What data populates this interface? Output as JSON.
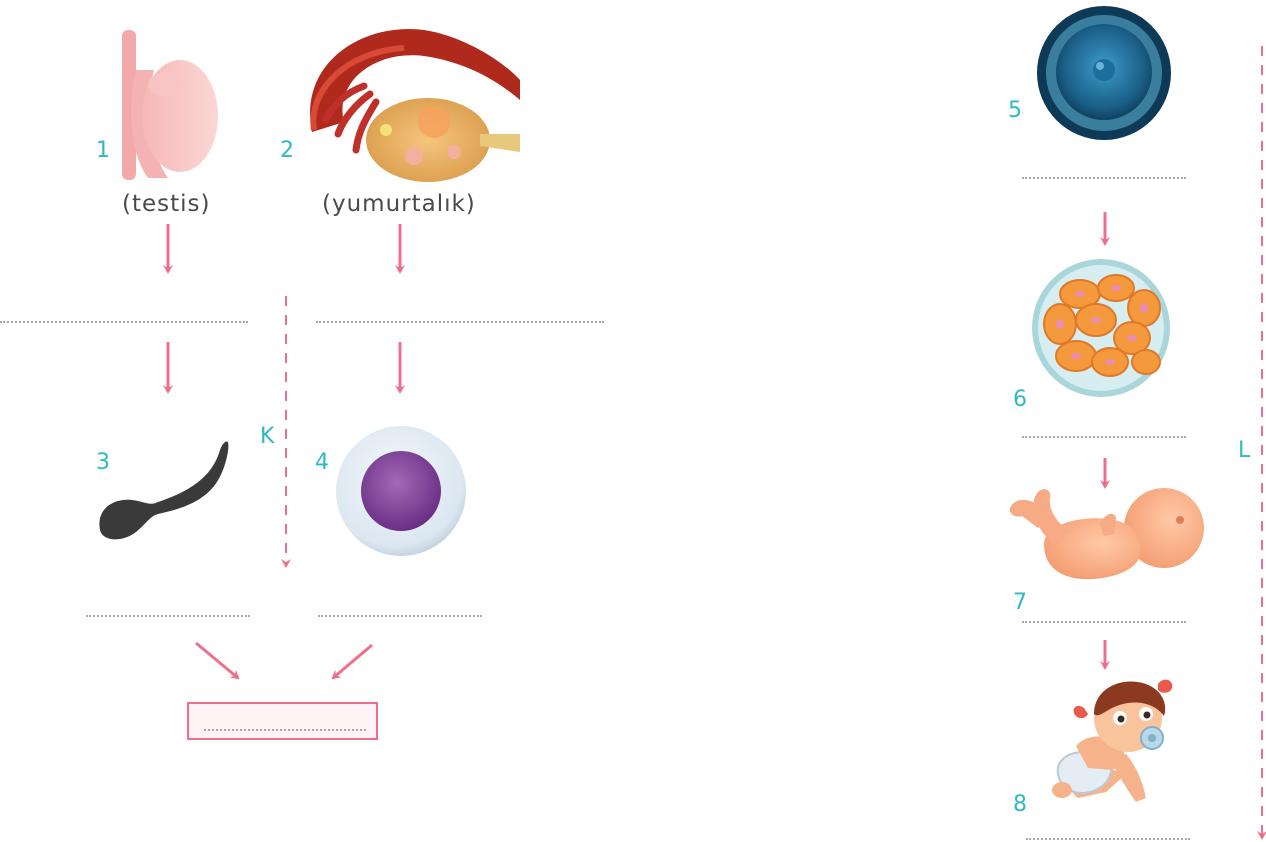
{
  "labels": {
    "testis": "(testis)",
    "ovary": "(yumurtalık)",
    "k_path": "K",
    "l_path": "L"
  },
  "numbers": {
    "n1": "1",
    "n2": "2",
    "n3": "3",
    "n4": "4",
    "n5": "5",
    "n6": "6",
    "n7": "7",
    "n8": "8"
  },
  "answer_blanks": [
    "",
    "",
    "",
    "",
    "",
    "",
    "",
    "",
    ""
  ],
  "icons": {
    "testis": "testis-icon",
    "ovary": "ovary-icon",
    "sperm": "sperm-cell-icon",
    "egg": "egg-cell-icon",
    "zygote": "zygote-icon",
    "embryo": "embryo-icon",
    "fetus": "fetus-icon",
    "baby": "baby-icon"
  },
  "colors": {
    "arrow": "#ee6f8d",
    "number": "#2fb9c3",
    "dotted_line": "#a9a9a9"
  }
}
